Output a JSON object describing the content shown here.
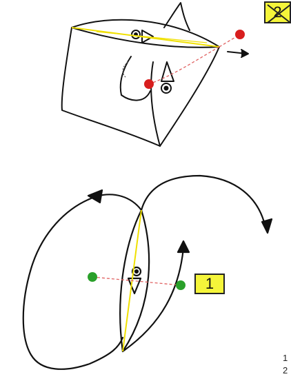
{
  "labels": {
    "box_1": "1",
    "box_2": "2",
    "corner_num_1": "1",
    "corner_num_2": "2"
  },
  "colors": {
    "stroke": "#111111",
    "wing_chord": "#f0e000",
    "red_marker": "#d81e1e",
    "green_marker": "#2aa02a",
    "dashed_line": "#e06060",
    "label_box": "#f5f53a"
  },
  "icons": {
    "top_figure": "wing-ribbon-surface",
    "bottom_figure": "looping-trajectory",
    "direction_arrow": "arrowhead-icon",
    "box_2_overlay": "cross-icon"
  }
}
